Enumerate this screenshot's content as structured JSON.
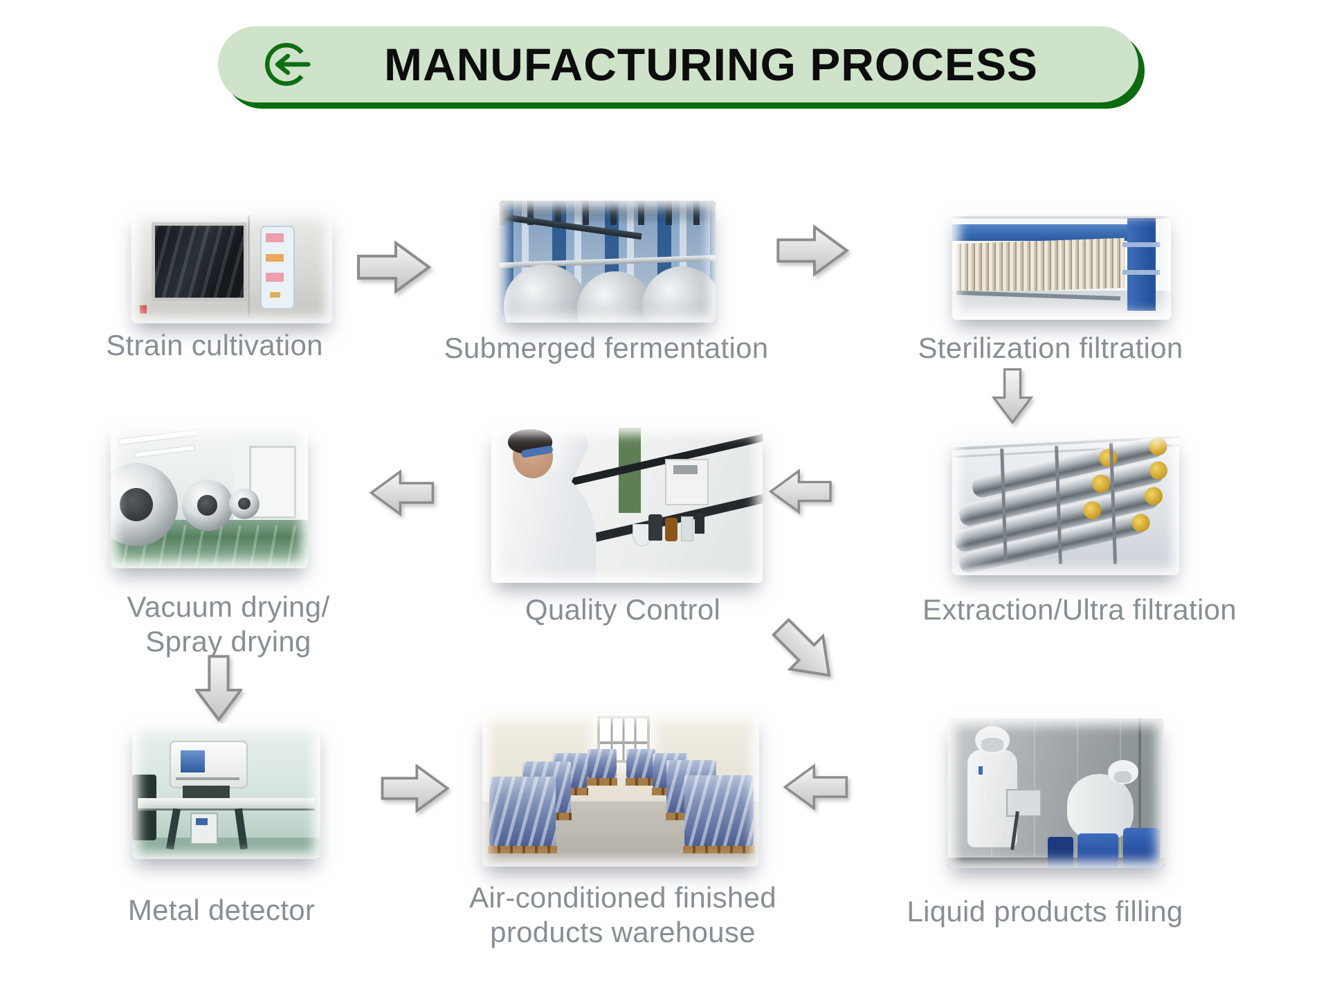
{
  "header": {
    "title": "MANUFACTURING PROCESS",
    "back_icon": "circled-back-arrow"
  },
  "colors": {
    "banner_bg": "#cfe3cb",
    "banner_shadow": "#0a6c0f",
    "icon_green": "#0f6d12",
    "caption_text": "#878e94",
    "arrow_fill_top": "#f7f7f7",
    "arrow_fill_bottom": "#c3c3c3",
    "arrow_border": "#8c8c8c"
  },
  "steps": [
    {
      "id": "strain-cultivation",
      "label": "Strain cultivation",
      "photo": "laboratory incubator machine"
    },
    {
      "id": "submerged-fermentation",
      "label": "Submerged fermentation",
      "photo": "blue fermentation equipment with stainless tanks"
    },
    {
      "id": "sterilization-filtration",
      "label": "Sterilization filtration",
      "photo": "blue plate-and-frame filter press"
    },
    {
      "id": "vacuum-spray-drying",
      "label": "Vacuum drying/ Spray drying",
      "photo": "cleanroom with round vacuum drying chambers and green floor"
    },
    {
      "id": "quality-control",
      "label": "Quality Control",
      "photo": "technician in white lab coat at laboratory bench"
    },
    {
      "id": "extraction-ultra-filtration",
      "label": "Extraction/Ultra filtration",
      "photo": "stainless membrane filtration pipes with yellow end caps"
    },
    {
      "id": "metal-detector",
      "label": "Metal detector",
      "photo": "conveyor metal detector machine"
    },
    {
      "id": "finished-products-warehouse",
      "label": "Air-conditioned finished products warehouse",
      "photo": "warehouse with pallets of blue shrink-wrapped products"
    },
    {
      "id": "liquid-products-filling",
      "label": "Liquid products filling",
      "photo": "workers in white protective suits filling blue drums"
    }
  ],
  "flow_arrows": [
    {
      "from": "strain-cultivation",
      "to": "submerged-fermentation",
      "direction": "right"
    },
    {
      "from": "submerged-fermentation",
      "to": "sterilization-filtration",
      "direction": "right"
    },
    {
      "from": "sterilization-filtration",
      "to": "extraction-ultra-filtration",
      "direction": "down"
    },
    {
      "from": "extraction-ultra-filtration",
      "to": "quality-control",
      "direction": "left"
    },
    {
      "from": "quality-control",
      "to": "vacuum-spray-drying",
      "direction": "left"
    },
    {
      "from": "vacuum-spray-drying",
      "to": "metal-detector",
      "direction": "down"
    },
    {
      "from": "quality-control",
      "to": "liquid-products-filling",
      "direction": "down-right"
    },
    {
      "from": "metal-detector",
      "to": "finished-products-warehouse",
      "direction": "right"
    },
    {
      "from": "liquid-products-filling",
      "to": "finished-products-warehouse",
      "direction": "left"
    }
  ]
}
